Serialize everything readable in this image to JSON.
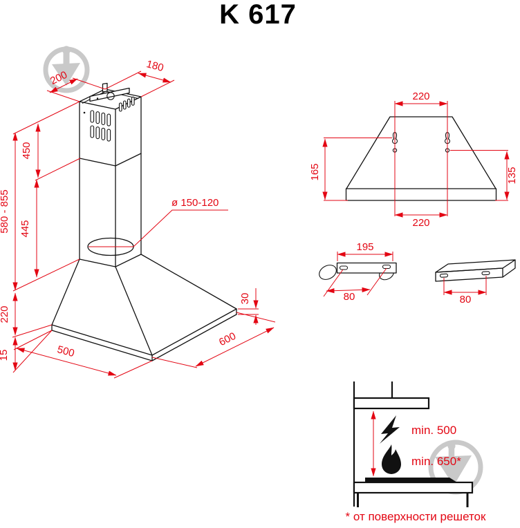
{
  "title": "K 617",
  "colors": {
    "dimension_red": "#e30613",
    "line_black": "#111111",
    "watermark_gray": "#c9c9c9"
  },
  "iso_view": {
    "depth_top": "200",
    "width_top": "180",
    "chimney_upper_section": "450",
    "chimney_lower_section": "445",
    "total_height_range": "580 - 855",
    "hood_body_height": "220",
    "bottom_rim": "15",
    "front_width": "500",
    "side_depth": "600",
    "rim_edge_height": "30",
    "duct_diameter": "ø 150-120"
  },
  "front_view": {
    "mount_hole_spacing_top": "220",
    "mount_hole_spacing_bottom": "220",
    "keyhole_height_left": "165",
    "hole_height_right": "135"
  },
  "wall_bracket": {
    "length": "195",
    "hole_spacing": "80"
  },
  "mounting_plate": {
    "hole_spacing": "80"
  },
  "installation": {
    "min_clearance_electric": "min. 500",
    "min_clearance_gas": "min. 650*",
    "footnote": "* от поверхности решеток"
  }
}
